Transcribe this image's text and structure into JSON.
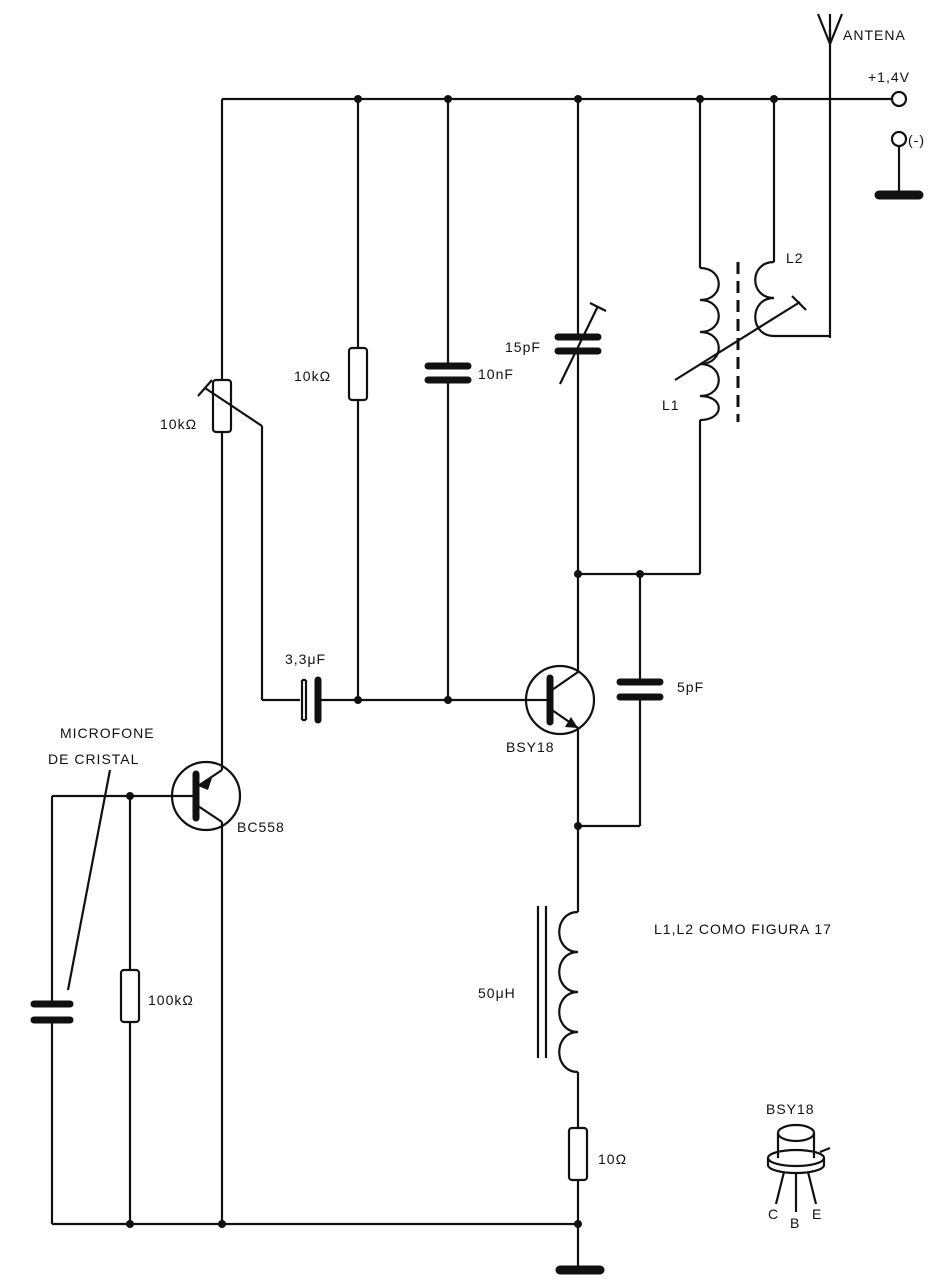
{
  "labels": {
    "antenna": "ANTENA",
    "supply": "+1,4V",
    "negative": "(-)",
    "l2": "L2",
    "l1": "L1",
    "trimmer_res": "10kΩ",
    "res_10k": "10kΩ",
    "cap_10nf": "10nF",
    "cap_15pf": "15pF",
    "cap_3_3uf": "3,3μF",
    "cap_5pf": "5pF",
    "bsy18": "BSY18",
    "mic_line1": "MICROFONE",
    "mic_line2": "DE CRISTAL",
    "bc558": "BC558",
    "res_100k": "100kΩ",
    "ind_50uh": "50μH",
    "res_10": "10Ω",
    "note": "L1,L2  COMO FIGURA  17",
    "pkg_title": "BSY18",
    "pin_c": "C",
    "pin_b": "B",
    "pin_e": "E"
  }
}
